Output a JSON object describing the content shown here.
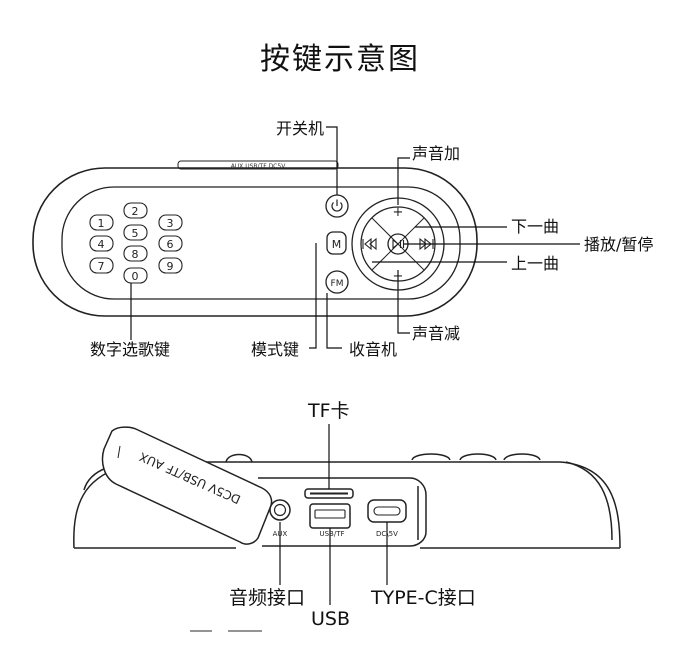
{
  "title": "按键示意图",
  "top_view": {
    "labels": {
      "power": "开关机",
      "vol_up": "声音加",
      "next": "下一曲",
      "play_pause": "播放/暂停",
      "prev": "上一曲",
      "vol_down": "声音减",
      "digits": "数字选歌键",
      "mode": "模式键",
      "radio": "收音机"
    },
    "keypad": [
      "1",
      "2",
      "3",
      "4",
      "5",
      "6",
      "7",
      "8",
      "9",
      "0"
    ],
    "key_glyphs": {
      "mode": "M",
      "fm": "FM",
      "plus": "+",
      "minus": "−"
    },
    "grille_text": "AUX  USB/TF  DC5V"
  },
  "side_view": {
    "labels": {
      "tf": "TF卡",
      "aux": "音频接口",
      "usb": "USB",
      "typec": "TYPE-C接口"
    },
    "port_text": {
      "aux": "AUX",
      "usb": "USB/TF",
      "dc": "DC\\5V"
    },
    "cover_text": "DC5V  USB/TF  AUX"
  }
}
